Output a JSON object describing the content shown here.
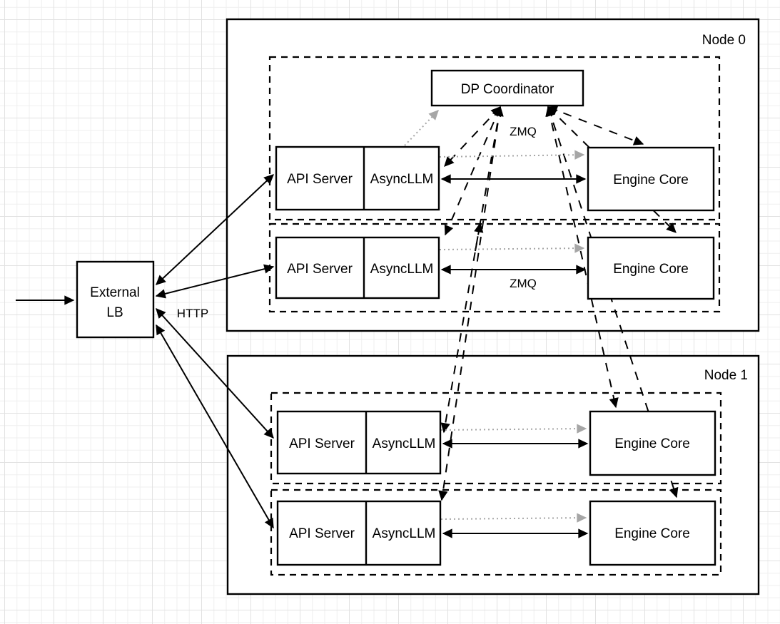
{
  "colors": {
    "line": "#000000",
    "muted": "#a6a6a6",
    "grid_minor": "#efefef",
    "grid_major": "#e2e2e2",
    "box_fill": "#ffffff"
  },
  "nodes": [
    {
      "label": "Node 0"
    },
    {
      "label": "Node 1"
    }
  ],
  "coordinator": {
    "label": "DP Coordinator"
  },
  "external_lb": {
    "line1": "External",
    "line2": "LB"
  },
  "components": {
    "api_server": "API Server",
    "async_llm": "AsyncLLM",
    "engine_core": "Engine Core"
  },
  "edge_labels": {
    "http": "HTTP",
    "zmq_top": "ZMQ",
    "zmq_bottom": "ZMQ"
  }
}
